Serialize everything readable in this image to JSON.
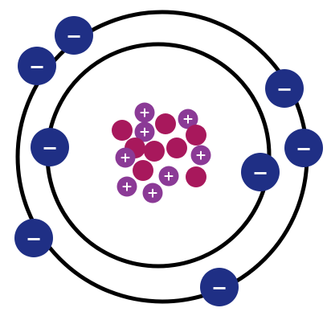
{
  "colors": {
    "background": "#ffffff",
    "shell": "#000000",
    "electron": "#1f2f85",
    "proton": "#8b3a96",
    "neutron": "#a8185c",
    "sign_text": "#ffffff"
  },
  "symbols": {
    "electron_sign": "−",
    "proton_sign": "+"
  },
  "atom": {
    "shells": 2,
    "electrons": {
      "inner_shell": 2,
      "outer_shell": 6,
      "total": 8
    },
    "nucleus": {
      "protons": 8,
      "neutrons": 8
    }
  }
}
